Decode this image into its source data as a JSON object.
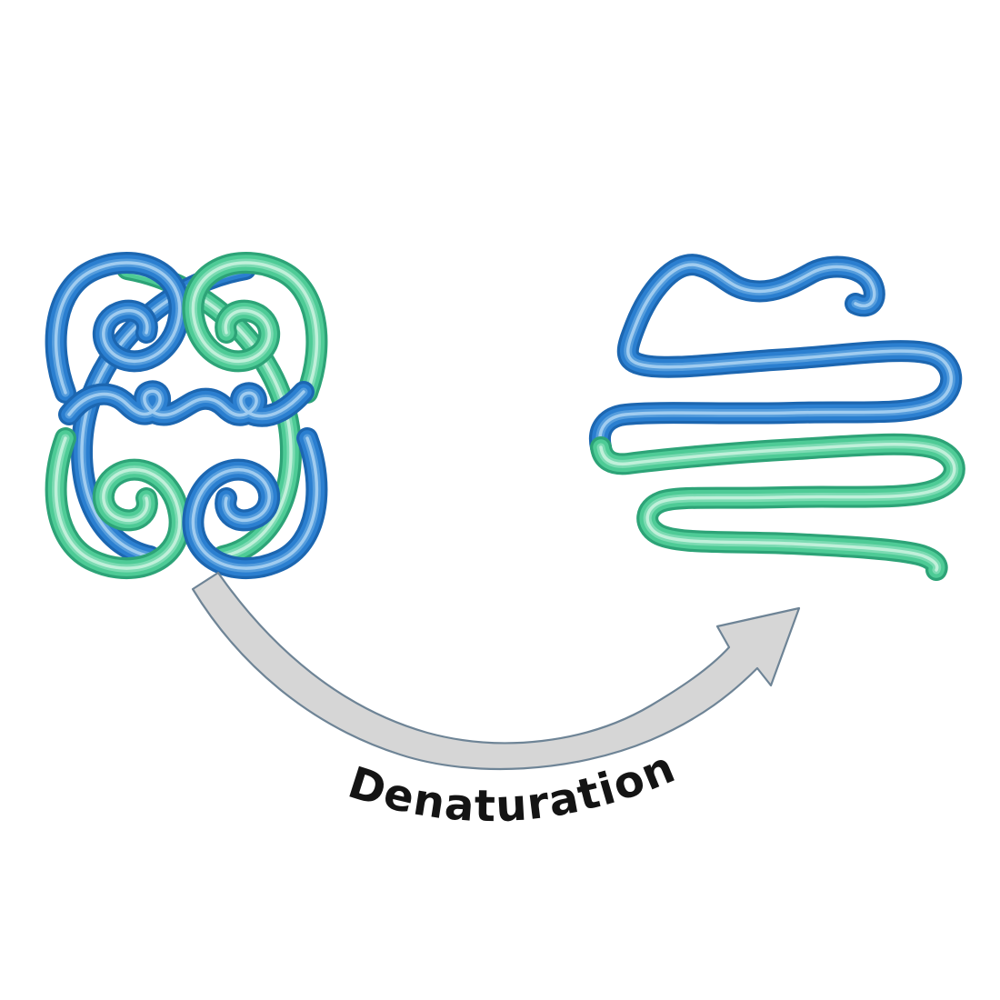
{
  "diagram": {
    "label": "Denaturation",
    "elements": {
      "left_figure": "folded native protein (tangled blue and green chain knot)",
      "right_figure": "denatured unfolded protein (loose serpentine chain, blue to green)",
      "arrow": "curved process arrow from folded to unfolded state"
    }
  },
  "colors": {
    "background": "#ffffff",
    "chain_blue": "#2b7fd0",
    "chain_blue_dark": "#1c66b0",
    "chain_blue_light": "#79b6e8",
    "chain_green": "#4ecb96",
    "chain_green_dark": "#2da377",
    "chain_green_light": "#a2e9cc",
    "arrow_fill": "#d6d6d6",
    "arrow_stroke": "#6e8496",
    "label_color": "#141414"
  }
}
